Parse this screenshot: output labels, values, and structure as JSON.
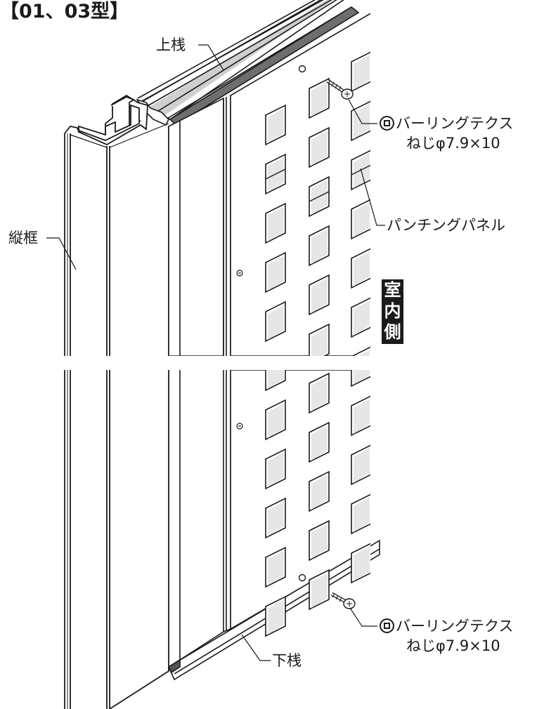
{
  "title": "【01、03型】",
  "labels": {
    "top_rail": "上桟",
    "vertical_frame": "縦框",
    "punching_panel": "パンチングパネル",
    "bottom_rail": "下桟"
  },
  "screw_top": {
    "name": "バーリングテクス",
    "spec": "ねじφ7.9×10"
  },
  "screw_bottom": {
    "name": "バーリングテクス",
    "spec": "ねじφ7.9×10"
  },
  "side_tag": {
    "char1": "室",
    "char2": "内",
    "char3": "側"
  }
}
